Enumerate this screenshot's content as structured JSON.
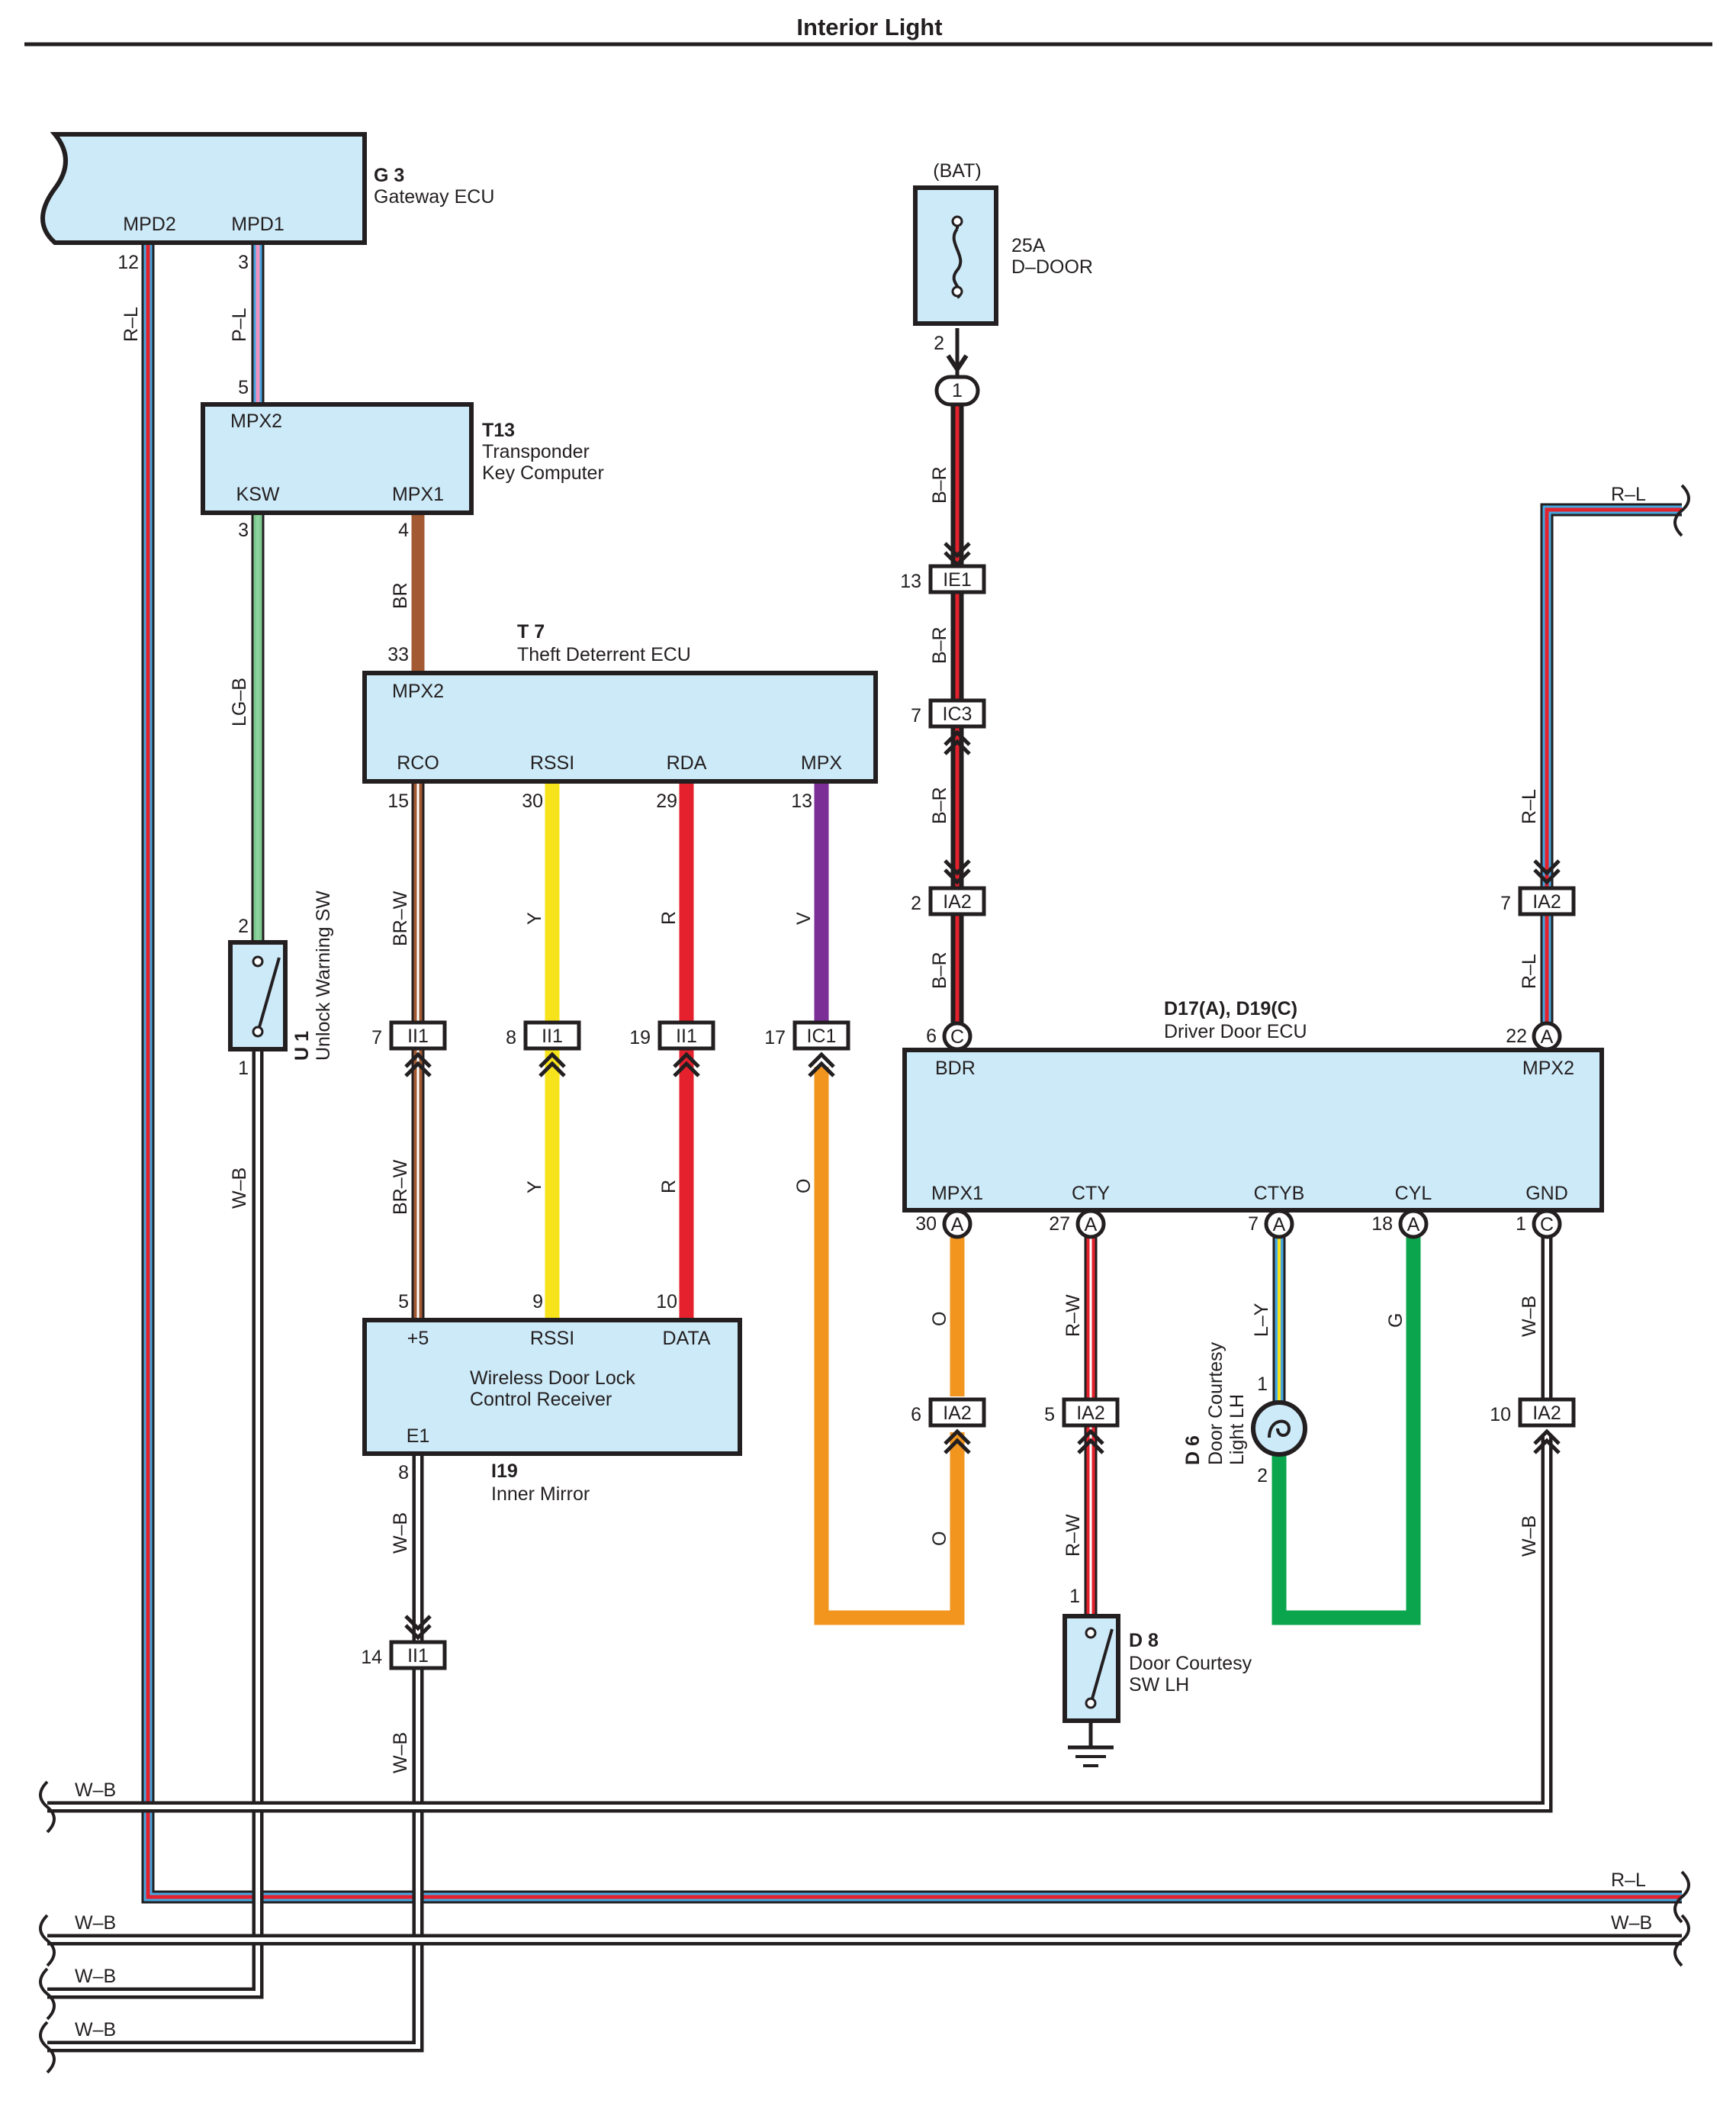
{
  "page": {
    "title": "Interior Light"
  },
  "components": {
    "g3": {
      "ref": "G 3",
      "name": "Gateway ECU",
      "pins": {
        "mpd2": "MPD2",
        "mpd1": "MPD1"
      },
      "pin_numbers": {
        "mpd2": "12",
        "mpd1": "3"
      }
    },
    "t13": {
      "ref": "T13",
      "name_line1": "Transponder",
      "name_line2": "Key Computer",
      "pins": {
        "mpx2": "MPX2",
        "ksw": "KSW",
        "mpx1": "MPX1"
      },
      "pin_numbers": {
        "mpx2": "5",
        "ksw": "3",
        "mpx1": "4"
      }
    },
    "t7": {
      "ref": "T 7",
      "name": "Theft Deterrent ECU",
      "pins": {
        "mpx2": "MPX2",
        "rco": "RCO",
        "rssi": "RSSI",
        "rda": "RDA",
        "mpx": "MPX"
      },
      "pin_numbers": {
        "mpx2": "33",
        "rco": "15",
        "rssi": "30",
        "rda": "29",
        "mpx": "13"
      }
    },
    "i19": {
      "ref": "I19",
      "name": "Inner Mirror",
      "body_line1": "Wireless Door Lock",
      "body_line2": "Control Receiver",
      "pins": {
        "plus5": "+5",
        "rssi": "RSSI",
        "data": "DATA",
        "e1": "E1"
      },
      "pin_numbers": {
        "plus5": "5",
        "rssi": "9",
        "data": "10",
        "e1": "8"
      }
    },
    "u1": {
      "ref": "U 1",
      "name": "Unlock Warning SW",
      "pin_numbers": {
        "top": "2",
        "bottom": "1"
      }
    },
    "fuse": {
      "source": "(BAT)",
      "rating": "25A",
      "name": "D–DOOR",
      "pin_out": "2"
    },
    "d17": {
      "ref": "D17(A), D19(C)",
      "name": "Driver Door ECU",
      "pins": {
        "bdr": "BDR",
        "mpx2": "MPX2",
        "mpx1": "MPX1",
        "cty": "CTY",
        "ctyb": "CTYB",
        "cyl": "CYL",
        "gnd": "GND"
      },
      "pin_numbers": {
        "bdr": "6",
        "mpx2": "22",
        "mpx1": "30",
        "cty": "27",
        "ctyb": "7",
        "cyl": "18",
        "gnd": "1"
      },
      "pin_letters": {
        "bdr": "C",
        "mpx2": "A",
        "mpx1": "A",
        "cty": "A",
        "ctyb": "A",
        "cyl": "A",
        "gnd": "C"
      }
    },
    "d6": {
      "ref": "D 6",
      "name_line1": "Door Courtesy",
      "name_line2": "Light LH",
      "pin_numbers": {
        "top": "1",
        "bottom": "2"
      }
    },
    "d8": {
      "ref": "D 8",
      "name_line1": "Door Courtesy",
      "name_line2": "SW LH",
      "pin_numbers": {
        "top": "1"
      }
    }
  },
  "connectors": {
    "splice": "1",
    "ie1": {
      "label": "IE1",
      "pin": "13"
    },
    "ic3": {
      "label": "IC3",
      "pin": "7"
    },
    "ia2_bdr": {
      "label": "IA2",
      "pin": "2"
    },
    "ia2_mpx2": {
      "label": "IA2",
      "pin": "7"
    },
    "ii1_brw": {
      "label": "II1",
      "pin": "7"
    },
    "ii1_y": {
      "label": "II1",
      "pin": "8"
    },
    "ii1_r": {
      "label": "II1",
      "pin": "19"
    },
    "ic1_v": {
      "label": "IC1",
      "pin": "17"
    },
    "ii1_gnd": {
      "label": "II1",
      "pin": "14"
    },
    "ia2_o": {
      "label": "IA2",
      "pin": "6"
    },
    "ia2_rw": {
      "label": "IA2",
      "pin": "5"
    },
    "ia2_wb": {
      "label": "IA2",
      "pin": "10"
    }
  },
  "wire_labels": {
    "rl": "R–L",
    "pl": "P–L",
    "lgb": "LG–B",
    "br": "BR",
    "brw": "BR–W",
    "y": "Y",
    "r": "R",
    "v": "V",
    "o": "O",
    "wb": "W–B",
    "b_r": "B–R",
    "rw": "R–W",
    "ly": "L–Y",
    "g": "G"
  },
  "colors": {
    "box_fill": "#cdeaf8",
    "red": "#e5212d",
    "blue": "#46a7e0",
    "pink": "#ef93c0",
    "brown": "#a35a32",
    "yellow": "#f7e31b",
    "violet": "#7b2f96",
    "orange": "#f2951f",
    "green": "#0aa54c",
    "lgreen": "#7fcb8f",
    "black": "#231f20",
    "gray": "#9a9a9a"
  }
}
